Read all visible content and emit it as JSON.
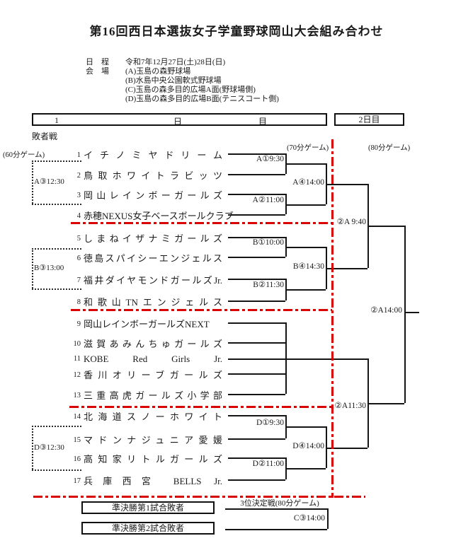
{
  "title": "第16回西日本選抜女子学童野球岡山大会組み合わせ",
  "info": {
    "date_label": "日　程",
    "date_value": "令和7年12月27日(土)28日(日)",
    "venue_label": "会　場",
    "venues": [
      "(A)玉島の森野球場",
      "(B)水島中央公園軟式野球場",
      "(C)玉島の森多目的広場A面(野球場側)",
      "(D)玉島の森多目的広場B面(テニスコート側)"
    ]
  },
  "headers": {
    "day1_parts": [
      "1",
      "日",
      "目"
    ],
    "day2": "2日目"
  },
  "labels": {
    "loser_bracket": "敗者戦",
    "duration_60": "(60分ゲーム)",
    "duration_70": "(70分ゲーム)",
    "duration_80": "(80分ゲーム)",
    "third_place": "3位決定戦(80分ゲーム)"
  },
  "teams": [
    {
      "no": "1",
      "name": "イチノミヤドリーム"
    },
    {
      "no": "2",
      "name": "鳥取ホワイトラビッツ"
    },
    {
      "no": "3",
      "name": "岡山レインボーガールズ"
    },
    {
      "no": "4",
      "name": "赤穂NEXUS女子ベースボールクラブ"
    },
    {
      "no": "5",
      "name": "しまねイザナミガールズ"
    },
    {
      "no": "6",
      "name": "徳島スパイシーエンジェルス"
    },
    {
      "no": "7",
      "name": "福井ダイヤモンドガールズJr."
    },
    {
      "no": "8",
      "name": "和歌山TNエンジェルス"
    },
    {
      "no": "9",
      "name": "岡山レインボーガールズNEXT"
    },
    {
      "no": "10",
      "name": "滋賀あみんちゅガールズ"
    },
    {
      "no": "11",
      "name": "KOBE Red Girls Jr."
    },
    {
      "no": "12",
      "name": "香川オリーブガールズ"
    },
    {
      "no": "13",
      "name": "三重高虎ガールズ小学部"
    },
    {
      "no": "14",
      "name": "北海道スノーホワイト"
    },
    {
      "no": "15",
      "name": "マドンナジュニア愛媛"
    },
    {
      "no": "16",
      "name": "高知家リトルガールズ"
    },
    {
      "no": "17",
      "name": "兵庫西宮 BELLS Jr."
    }
  ],
  "games": {
    "a1": "A①9:30",
    "a2": "A②11:00",
    "a3": "A③12:30",
    "a4": "A④14:00",
    "b1": "B①10:00",
    "b2": "B②11:30",
    "b3": "B③13:00",
    "b4": "B④14:30",
    "d1": "D①9:30",
    "d2": "D②11:00",
    "d3": "D③12:30",
    "d4": "D④14:00",
    "sf1": "②A 9:40",
    "sf2": "②A11:30",
    "final": "②A14:00",
    "third": "C③14:00"
  },
  "bottom": {
    "sf1_loser": "準決勝第1試合敗者",
    "sf2_loser": "準決勝第2試合敗者"
  },
  "colors": {
    "line": "#151515",
    "red": "#d90000"
  }
}
